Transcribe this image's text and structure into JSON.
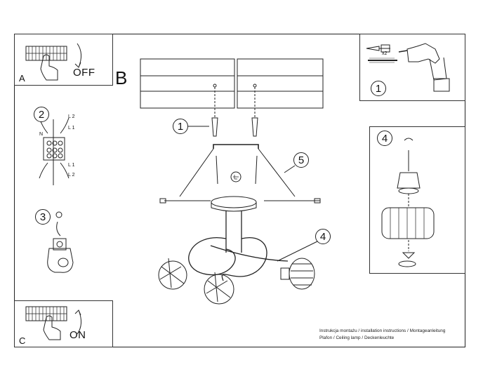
{
  "steps": {
    "A": {
      "letter": "A",
      "word": "OFF"
    },
    "B": {
      "letter": "B"
    },
    "C": {
      "letter": "C",
      "word": "ON"
    },
    "wire_labels": {
      "l2_top": "L 2",
      "l1_top": "L 1",
      "n": "N",
      "l1_bottom": "L 1",
      "l2_bottom": "L 2"
    },
    "anchor_qty": "x2"
  },
  "callouts": {
    "c1_panel": "1",
    "c1_main": "1",
    "c2": "2",
    "c3": "3",
    "c4_panel": "4",
    "c4_main": "4",
    "c5": "5"
  },
  "caption": {
    "line1": "Instrukcja montażu / installation instructions / Montageanleitung",
    "line2": "Plafon / Ceiling lamp / Deckenleuchte"
  }
}
